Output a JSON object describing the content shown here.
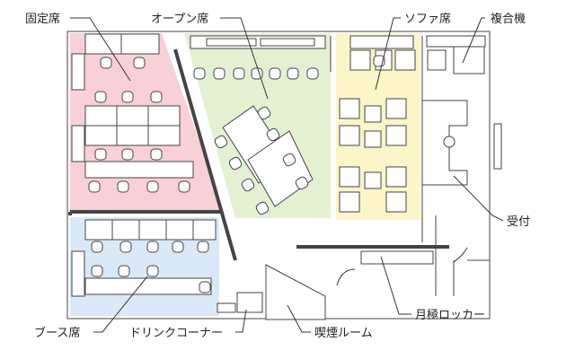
{
  "labels": {
    "fixed_seats": "固定席",
    "open_seats": "オープン席",
    "sofa_seats": "ソファ席",
    "copier": "複合機",
    "reception": "受付",
    "monthly_lockers": "月極ロッカー",
    "smoking_room": "喫煙ルーム",
    "drink_corner": "ドリンクコーナー",
    "booth_seats": "ブース席"
  },
  "zone_colors": {
    "fixed": "#f9d0d8",
    "open": "#e4f0d2",
    "sofa": "#fbf5c8",
    "booth": "#d9e9f7"
  }
}
